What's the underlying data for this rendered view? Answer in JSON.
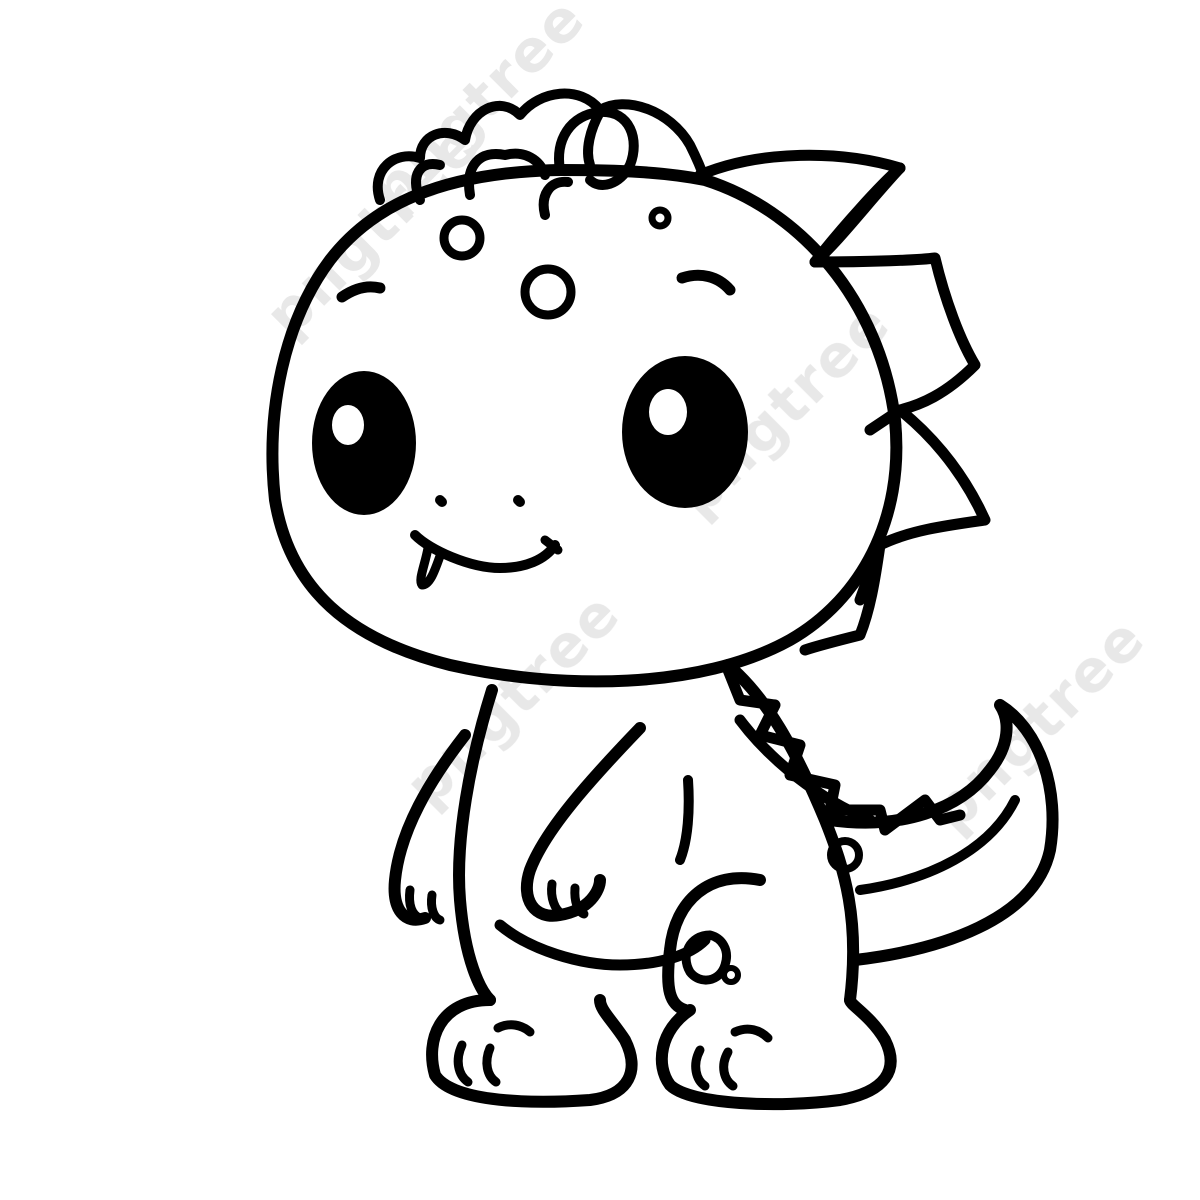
{
  "artwork": {
    "subject": "cartoon-baby-dinosaur-coloring-page",
    "style": "black-outline-line-art",
    "colors": {
      "background": "#ffffff",
      "ink": "#000000",
      "watermark": "#e2e2e2"
    }
  },
  "watermark": {
    "text": "pngtree",
    "repeat_count": 5
  }
}
